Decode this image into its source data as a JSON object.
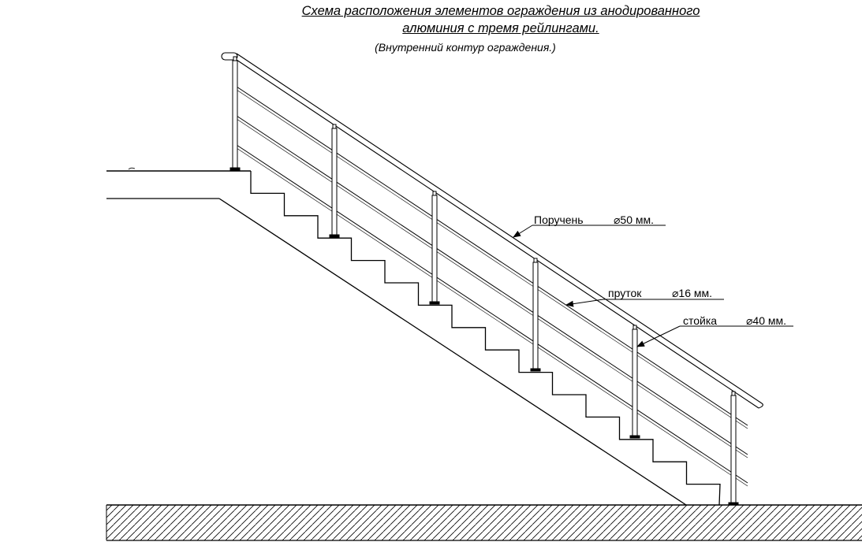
{
  "title": {
    "line1": "Схема расположения элементов ограждения из анодированного",
    "line2": "алюминия с тремя рейлингами.",
    "subtitle": "(Внутренний контур ограждения.)"
  },
  "callouts": {
    "handrail": {
      "label": "Поручень",
      "size": "⌀50 мм."
    },
    "rod": {
      "label": "пруток",
      "size": "⌀16 мм."
    },
    "post": {
      "label": "стойка",
      "size": "⌀40 мм."
    }
  },
  "colors": {
    "line": "#000000",
    "background": "#ffffff"
  }
}
